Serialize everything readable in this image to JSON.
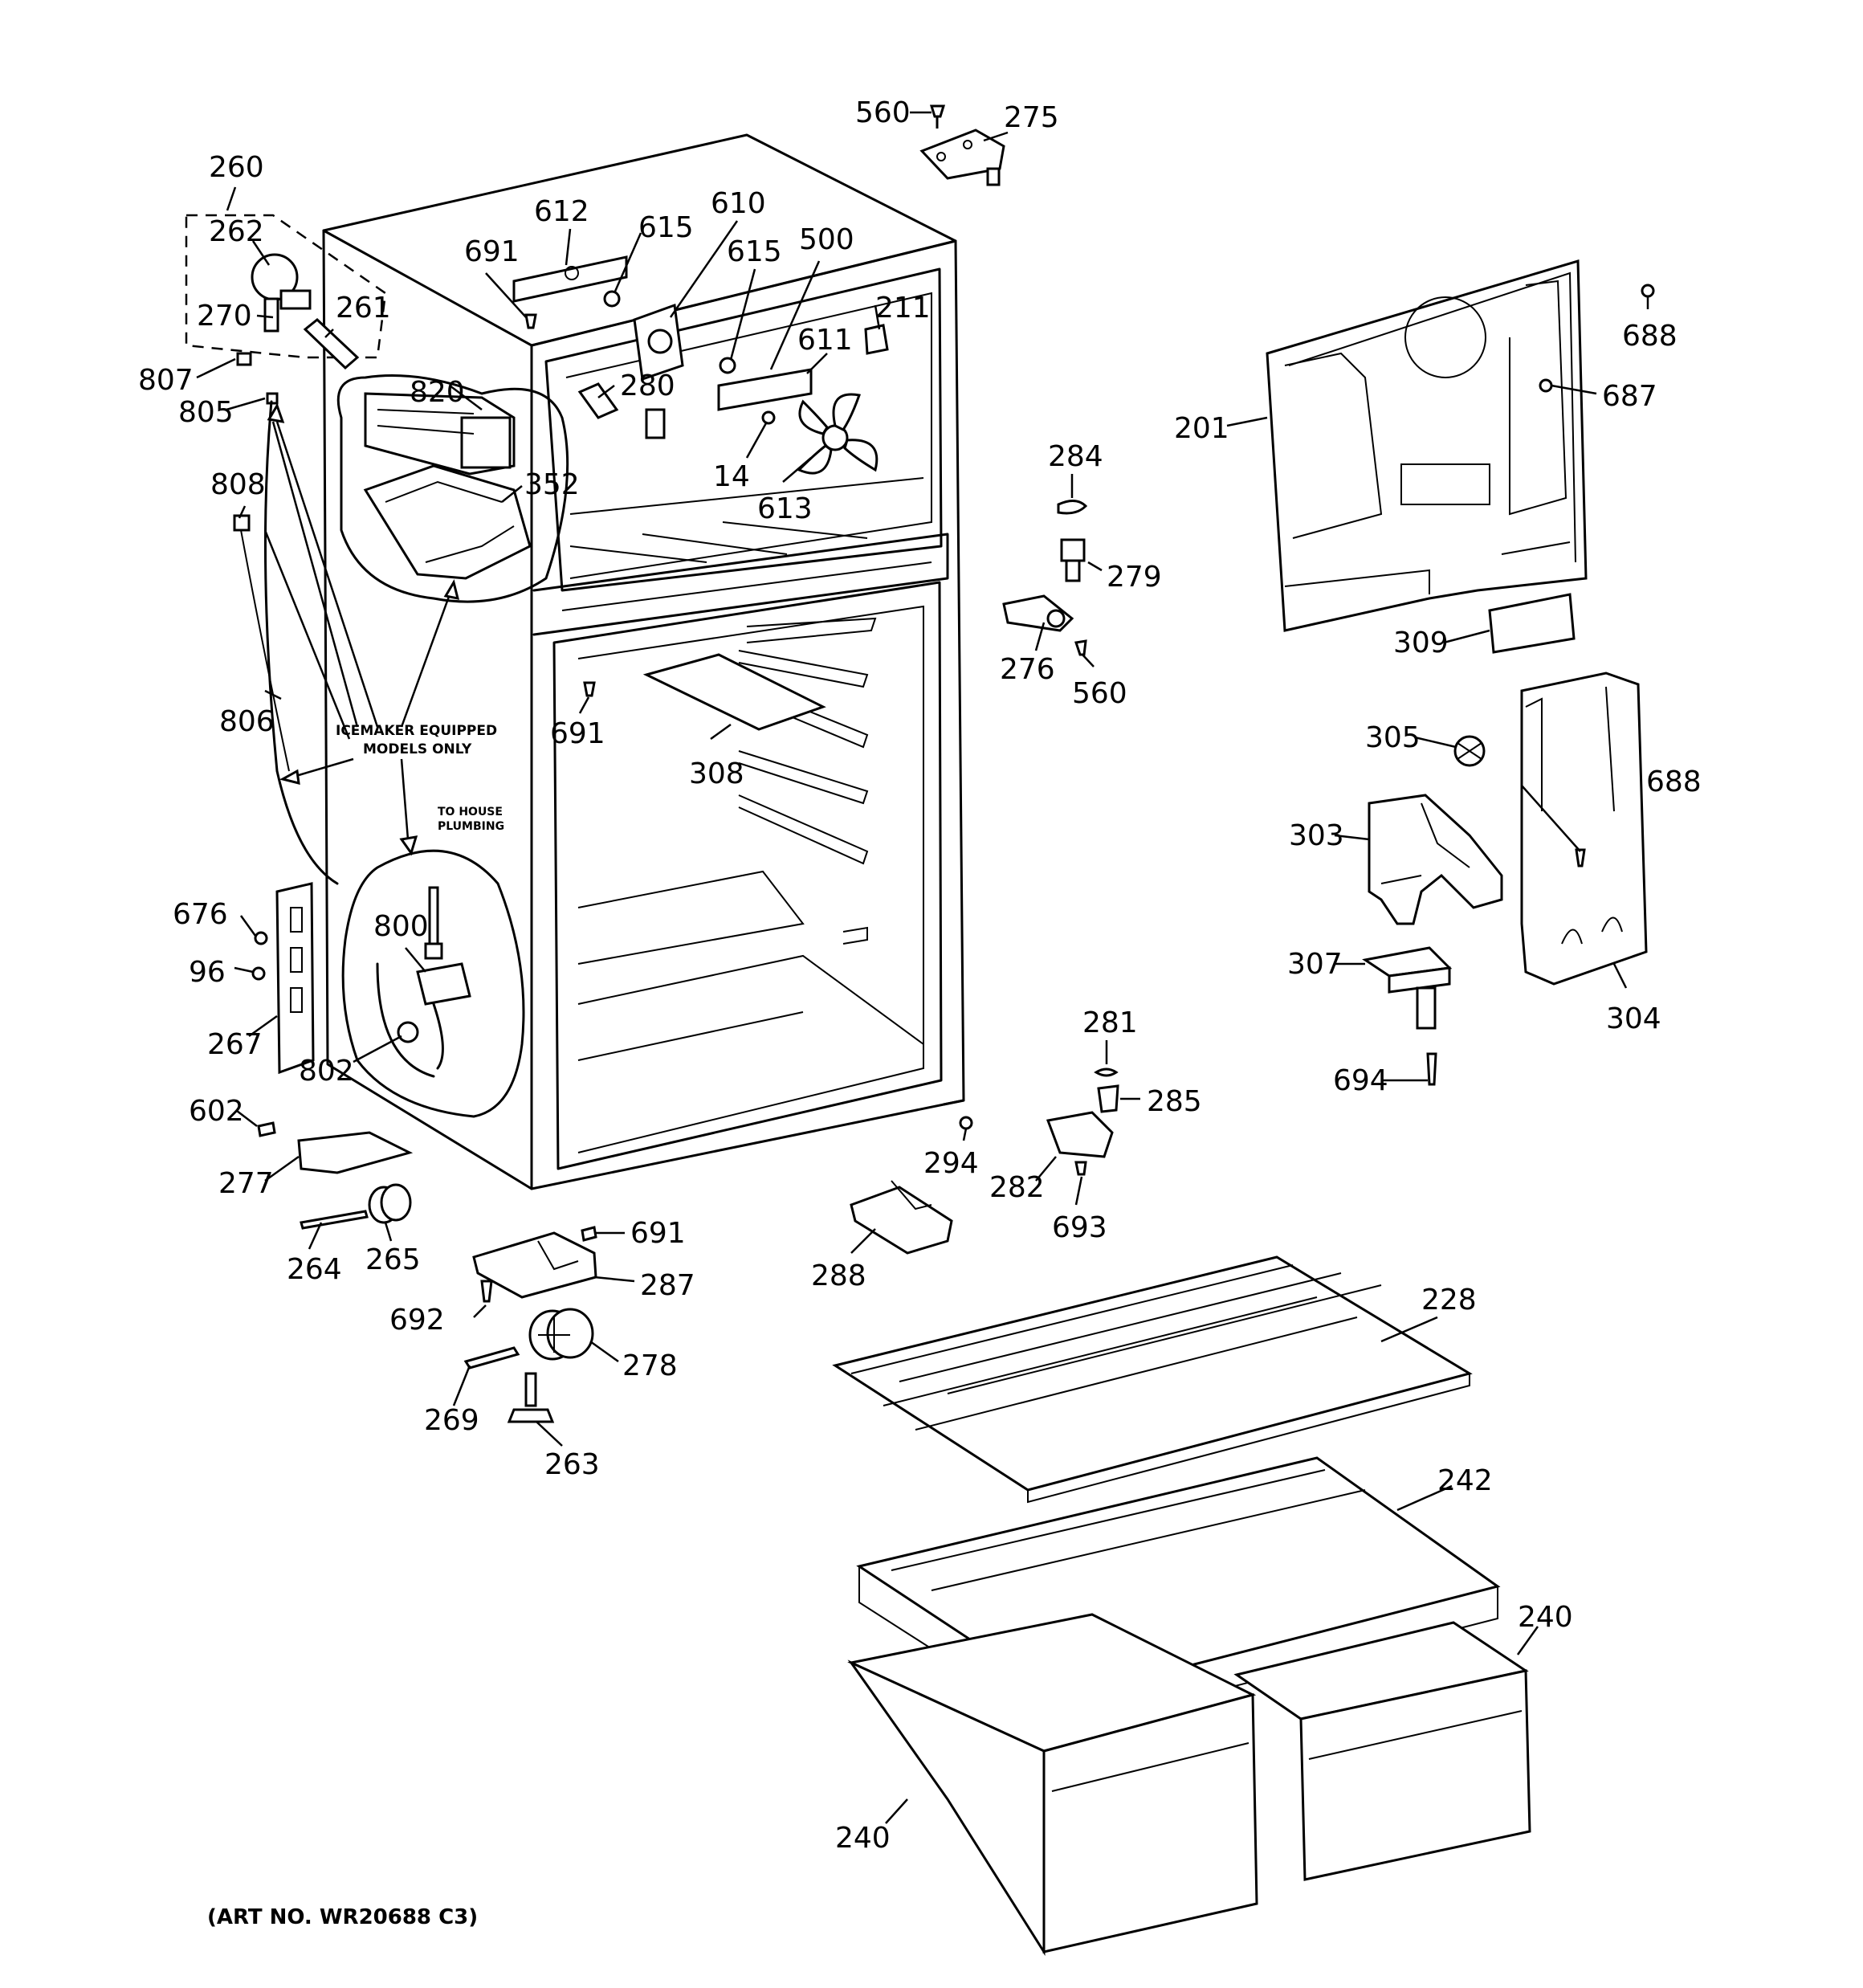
{
  "labels": {
    "p260": "260",
    "p262": "262",
    "p270": "270",
    "p261": "261",
    "p807": "807",
    "p805": "805",
    "p808": "808",
    "p806": "806",
    "p820": "820",
    "p352": "352",
    "p691_top": "691",
    "p612": "612",
    "p615_a": "615",
    "p610": "610",
    "p615_b": "615",
    "p500": "500",
    "p211": "211",
    "p611": "611",
    "p280": "280",
    "p14": "14",
    "p613": "613",
    "p560_top": "560",
    "p275": "275",
    "p201": "201",
    "p688_top": "688",
    "p687": "687",
    "p284": "284",
    "p279": "279",
    "p276": "276",
    "p560_mid": "560",
    "p309": "309",
    "p305": "305",
    "p688_mid": "688",
    "p303": "303",
    "p307": "307",
    "p304": "304",
    "p694": "694",
    "p691_mid": "691",
    "p308": "308",
    "p676": "676",
    "p96": "96",
    "p267": "267",
    "p800": "800",
    "p802": "802",
    "p602": "602",
    "p277": "277",
    "p264": "264",
    "p265": "265",
    "p691_low": "691",
    "p287": "287",
    "p692": "692",
    "p278": "278",
    "p269": "269",
    "p263": "263",
    "p294": "294",
    "p288": "288",
    "p281": "281",
    "p285": "285",
    "p282": "282",
    "p693": "693",
    "p228": "228",
    "p242": "242",
    "p240_right": "240",
    "p240_left": "240"
  },
  "notes": {
    "icemaker_line1": "ICEMAKER EQUIPPED",
    "icemaker_line2": "MODELS ONLY",
    "plumbing_line1": "TO HOUSE",
    "plumbing_line2": "PLUMBING"
  },
  "art_number": "(ART NO. WR20688 C3)"
}
